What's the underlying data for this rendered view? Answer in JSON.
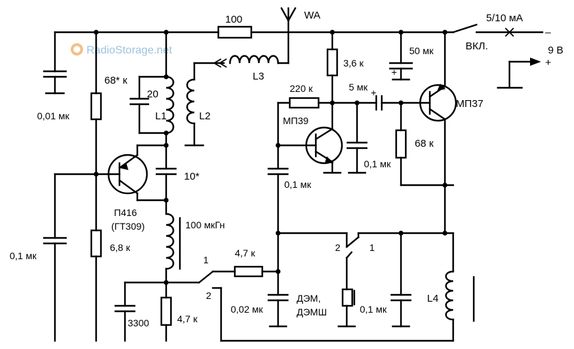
{
  "watermark": "RadioStorage.net",
  "labels": {
    "r_top": "100",
    "antenna": "WA",
    "current": "5/10 мА",
    "switch": "ВКЛ.",
    "minus": "–",
    "voltage": "9 В",
    "plus": "+",
    "c_001": "0,01 мк",
    "r_68k": "68* к",
    "c_20": "20",
    "l1": "L1",
    "l2": "L2",
    "l3": "L3",
    "r_36k": "3,6 к",
    "c_50mk": "50 мк",
    "r_220k": "220 к",
    "c_5mk": "5 мк",
    "c_5mk_plus": "+",
    "c_50mk_plus": "+",
    "t3": "МП37",
    "t2": "МП39",
    "r_68k_2": "68 к",
    "c_01_t2": "0,1 мк",
    "c_01_mid": "0,1 мк",
    "c_10": "10*",
    "t1_a": "П416",
    "t1_b": "(ГТ309)",
    "choke": "100 мкГн",
    "c_01_left": "0,1 мк",
    "r_68": "6,8 к",
    "sw_1": "1",
    "sw_2": "2",
    "r_47k": "4,7 к",
    "c_002": "0,02 мк",
    "phones_a": "ДЭМ,",
    "phones_b": "ДЭМШ",
    "c_01_right": "0,1 мк",
    "l4": "L4",
    "c_3300": "3300",
    "r_47k_b": "4,7 к",
    "sw2_2": "2",
    "sw2_1": "1"
  }
}
